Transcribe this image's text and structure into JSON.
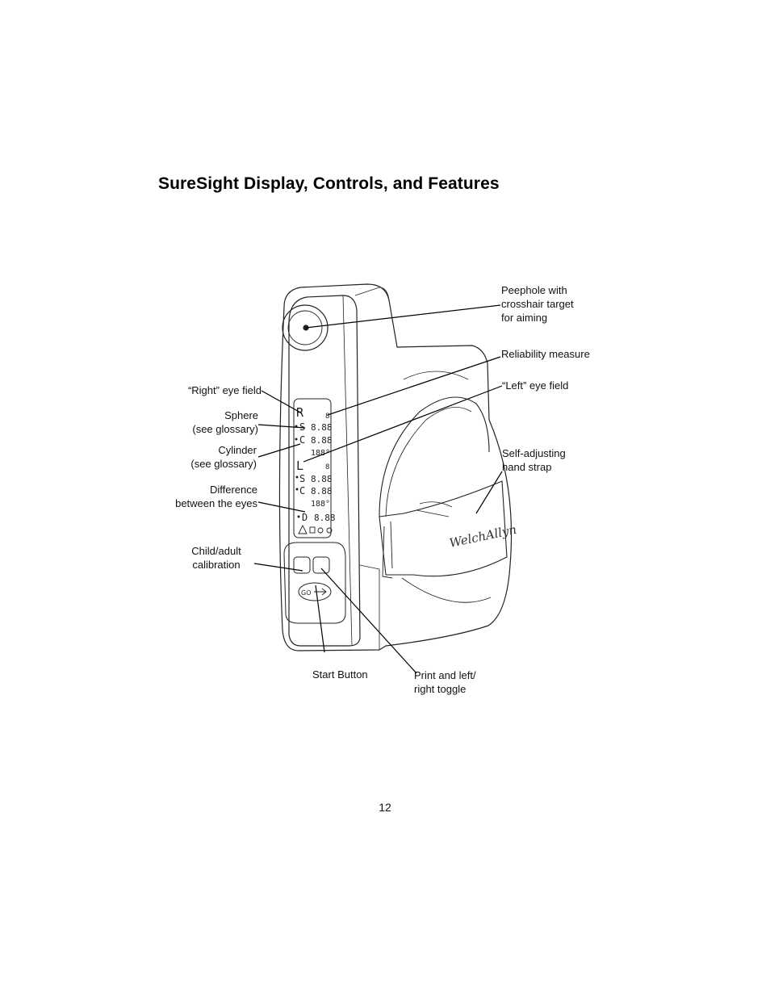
{
  "page": {
    "title": "SureSight Display, Controls, and Features",
    "page_number": "12"
  },
  "callouts": {
    "peephole": "Peephole with\ncrosshair target\nfor aiming",
    "reliability": "Reliability measure",
    "left_eye": "“Left” eye field",
    "hand_strap": "Self-adjusting\nhand strap",
    "right_eye": "“Right” eye field",
    "sphere": "Sphere\n(see glossary)",
    "cylinder": "Cylinder\n(see glossary)",
    "difference": "Difference\nbetween the eyes",
    "calibration": "Child/adult\ncalibration",
    "start": "Start Button",
    "print": "Print and left/\nright toggle"
  },
  "device_display": {
    "right_label": "R",
    "left_label": "L",
    "sphere_letter": "S",
    "cylinder_letter": "C",
    "diff_letter": "D",
    "digits": "8.88",
    "axis_right": "188°",
    "axis_left": "188°",
    "reliability_digit": "8",
    "go_label": "GO",
    "brand": "WelchAllyn"
  }
}
